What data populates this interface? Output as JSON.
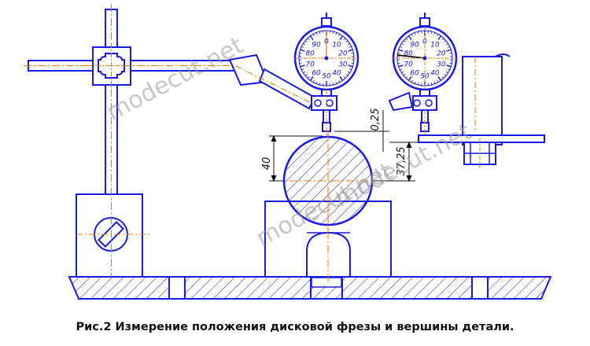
{
  "colors": {
    "line": "#1a1ae6",
    "axis": "#f07a00",
    "hatch": "#1a1ae6",
    "dim": "#111111",
    "watermark": "#9a9a9a"
  },
  "dimensions": {
    "gap": "0,25",
    "cutter_diameter": "40",
    "height": "37,25"
  },
  "dial_left": {
    "scale": [
      "0",
      "10",
      "20",
      "30",
      "40",
      "50",
      "60",
      "70",
      "80",
      "90"
    ]
  },
  "dial_right": {
    "scale": [
      "0",
      "10",
      "20",
      "30",
      "40",
      "50",
      "60",
      "70",
      "80",
      "90"
    ]
  },
  "watermarks": [
    "modecut.net",
    "modecut.net",
    "modecut.net"
  ],
  "caption": "Рис.2 Измерение положения дисковой фрезы и вершины детали."
}
